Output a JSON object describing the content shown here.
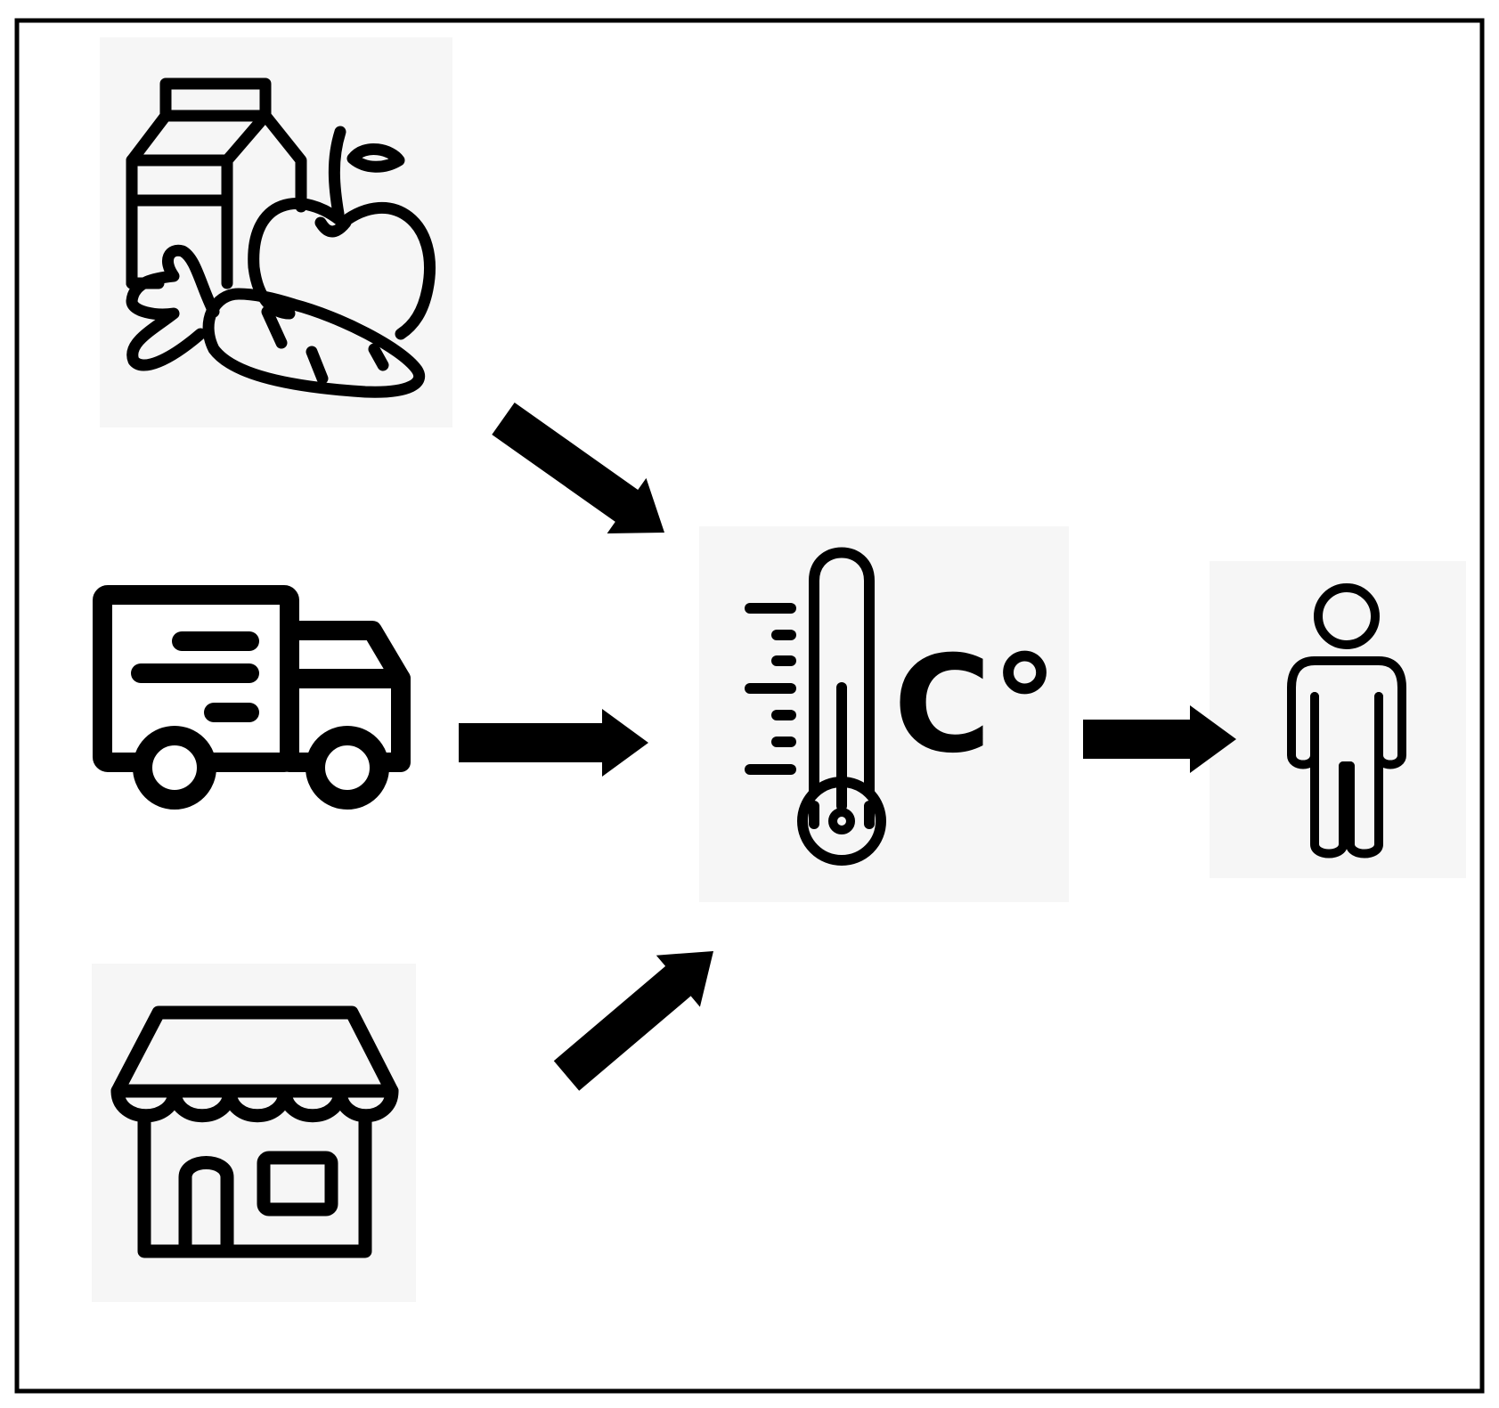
{
  "diagram": {
    "temperature_unit": "C°",
    "nodes": [
      {
        "id": "food",
        "icon": "groceries-icon"
      },
      {
        "id": "transport",
        "icon": "delivery-truck-icon"
      },
      {
        "id": "store",
        "icon": "storefront-icon"
      },
      {
        "id": "temperature",
        "icon": "thermometer-icon"
      },
      {
        "id": "consumer",
        "icon": "person-icon"
      }
    ],
    "edges": [
      {
        "from": "food",
        "to": "temperature"
      },
      {
        "from": "transport",
        "to": "temperature"
      },
      {
        "from": "store",
        "to": "temperature"
      },
      {
        "from": "temperature",
        "to": "consumer"
      }
    ],
    "colors": {
      "panel": "#f6f6f6",
      "ink": "#000000",
      "frame": "#000000"
    }
  }
}
